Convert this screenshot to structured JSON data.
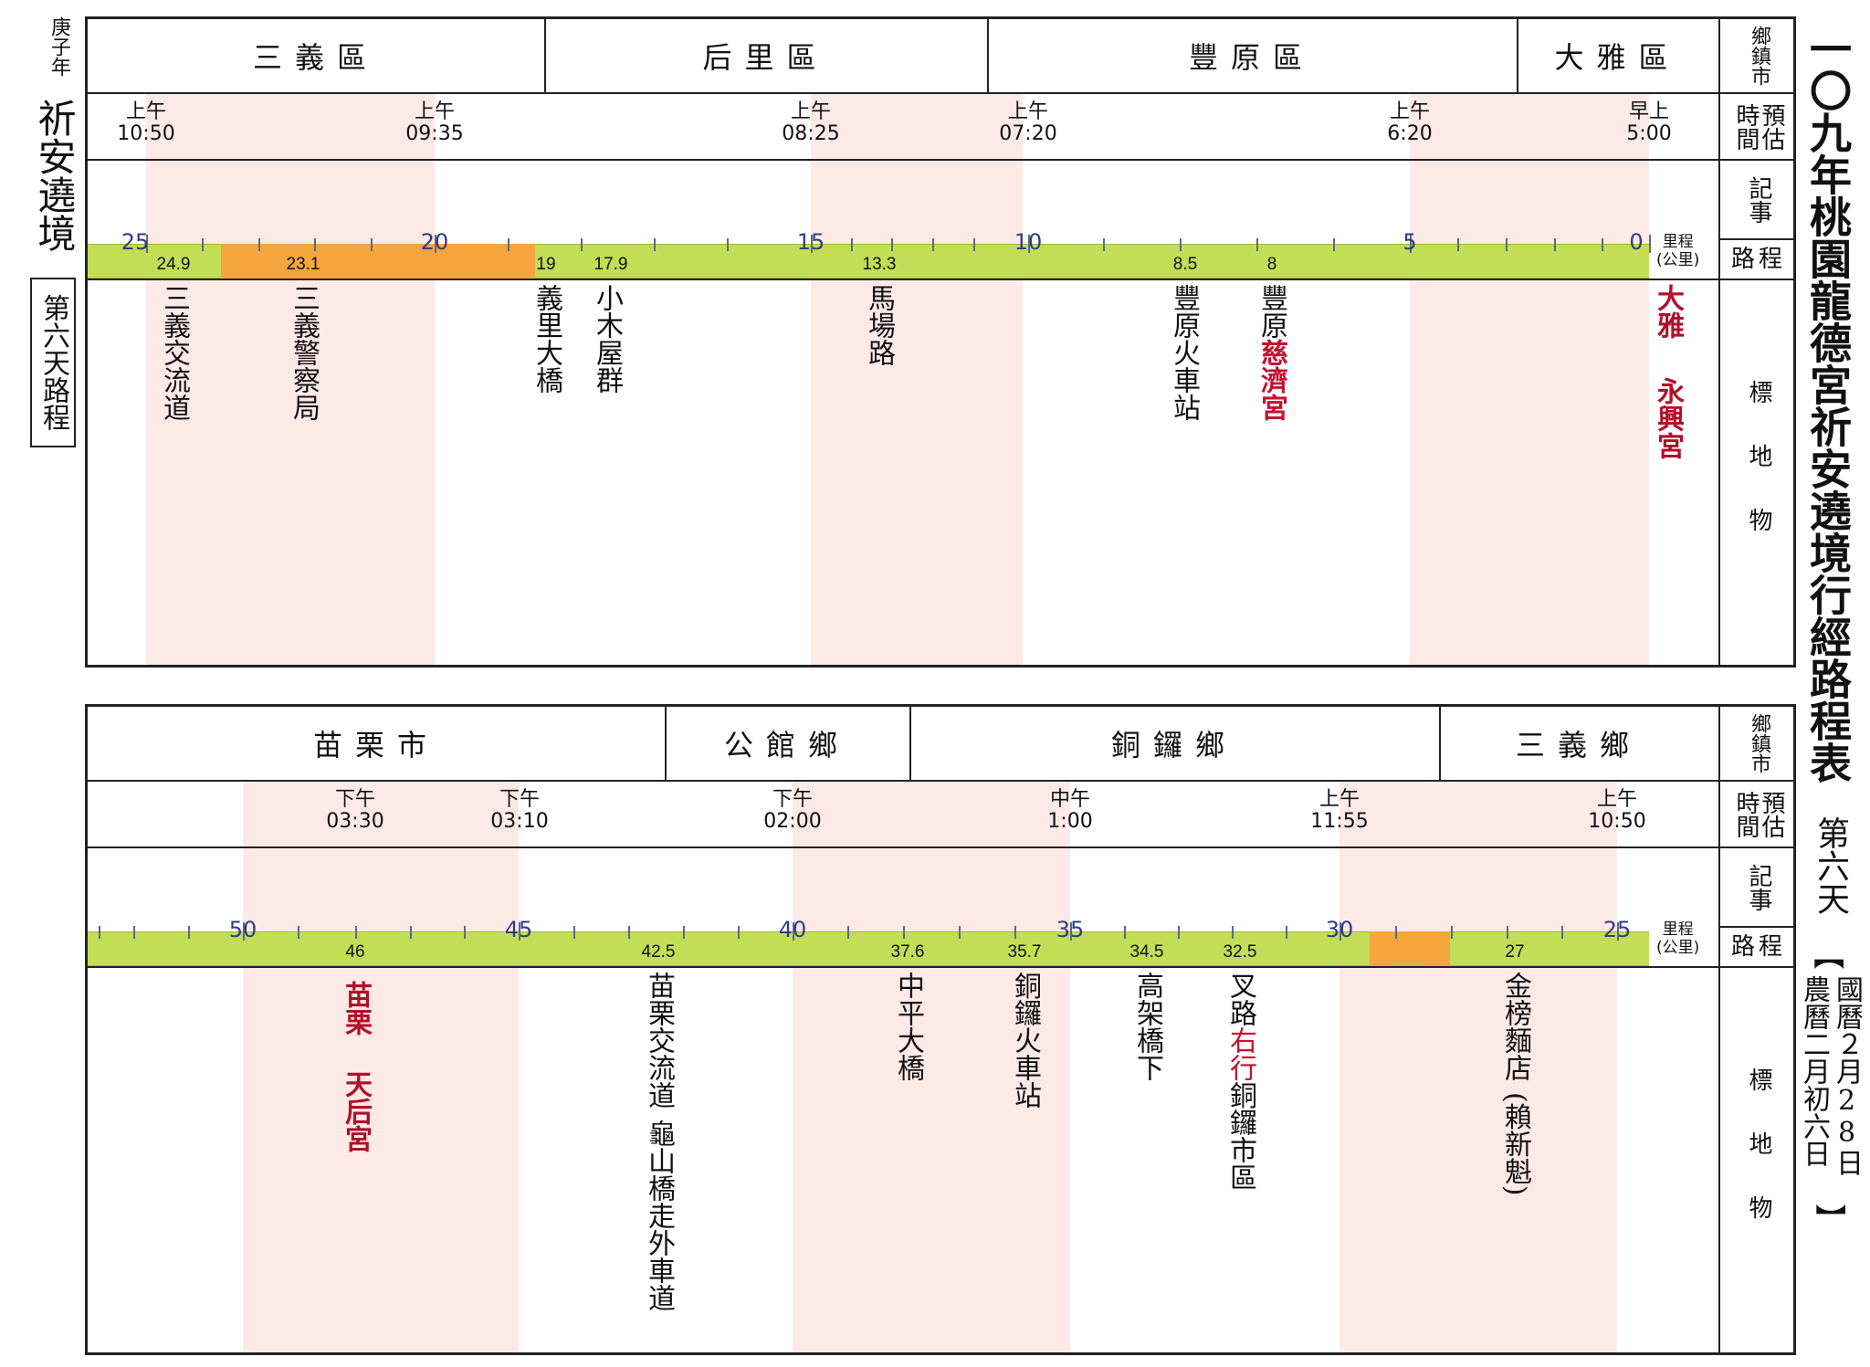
{
  "left_margin": {
    "small": "庚子年",
    "title": "祈安遶境",
    "box": "第六天路程"
  },
  "right_title": {
    "main": "一〇九年桃園龍德宮祈安遶境行經路程表",
    "day": "第六天",
    "date_prefix": "【",
    "date_guo": "國曆２月28日",
    "date_nong": "農曆二月初六日",
    "date_suffix": "】"
  },
  "row_labels": {
    "district": "鄉鎮市",
    "time": "預估時間",
    "note": "記事",
    "route": "路程",
    "landmark": "標地物",
    "km_unit_1": "里程",
    "km_unit_2": "(公里)"
  },
  "panel1": {
    "districts": [
      "三義區",
      "后里區",
      "豐原區",
      "大雅區"
    ],
    "times": [
      {
        "p": "上午",
        "t": "10:50"
      },
      {
        "p": "上午",
        "t": "09:35"
      },
      {
        "p": "上午",
        "t": "08:25"
      },
      {
        "p": "上午",
        "t": "07:20"
      },
      {
        "p": "上午",
        "t": "6:20"
      },
      {
        "p": "早上",
        "t": "5:00"
      }
    ],
    "km_major": [
      "25",
      "20",
      "15",
      "10",
      "5",
      "0"
    ],
    "km_sub": [
      "24.9",
      "23.1",
      "19",
      "17.9",
      "13.3",
      "8.5",
      "8"
    ],
    "landmarks": [
      {
        "text": "三義交流道"
      },
      {
        "text": "三義警察局"
      },
      {
        "text": "義里大橋"
      },
      {
        "text": "小木屋群"
      },
      {
        "text": "馬場路"
      },
      {
        "text": "豐原火車站"
      },
      {
        "text_a": "豐原",
        "text_b": "慈濟宮"
      },
      {
        "text_a": "大雅",
        "text_b": "永興宮"
      }
    ]
  },
  "panel2": {
    "districts": [
      "苗栗市",
      "公館鄉",
      "銅鑼鄉",
      "三義鄉"
    ],
    "times": [
      {
        "p": "下午",
        "t": "03:30"
      },
      {
        "p": "下午",
        "t": "03:10"
      },
      {
        "p": "下午",
        "t": "02:00"
      },
      {
        "p": "中午",
        "t": "1:00"
      },
      {
        "p": "上午",
        "t": "11:55"
      },
      {
        "p": "上午",
        "t": "10:50"
      }
    ],
    "km_major": [
      "50",
      "45",
      "40",
      "35",
      "30",
      "25"
    ],
    "km_sub": [
      "46",
      "42.5",
      "37.6",
      "35.7",
      "34.5",
      "32.5",
      "27"
    ],
    "landmarks": [
      {
        "text_a": "苗栗",
        "text_b": "天后宮"
      },
      {
        "text": "苗栗交流道"
      },
      {
        "text": "龜山橋走外車道"
      },
      {
        "text": "中平大橋"
      },
      {
        "text": "銅鑼火車站"
      },
      {
        "text": "高架橋下"
      },
      {
        "text_a": "叉路",
        "text_b": "右行",
        "text_c": "銅鑼市區"
      },
      {
        "text": "金榜麵店"
      },
      {
        "text": "(賴新魁)"
      }
    ]
  }
}
